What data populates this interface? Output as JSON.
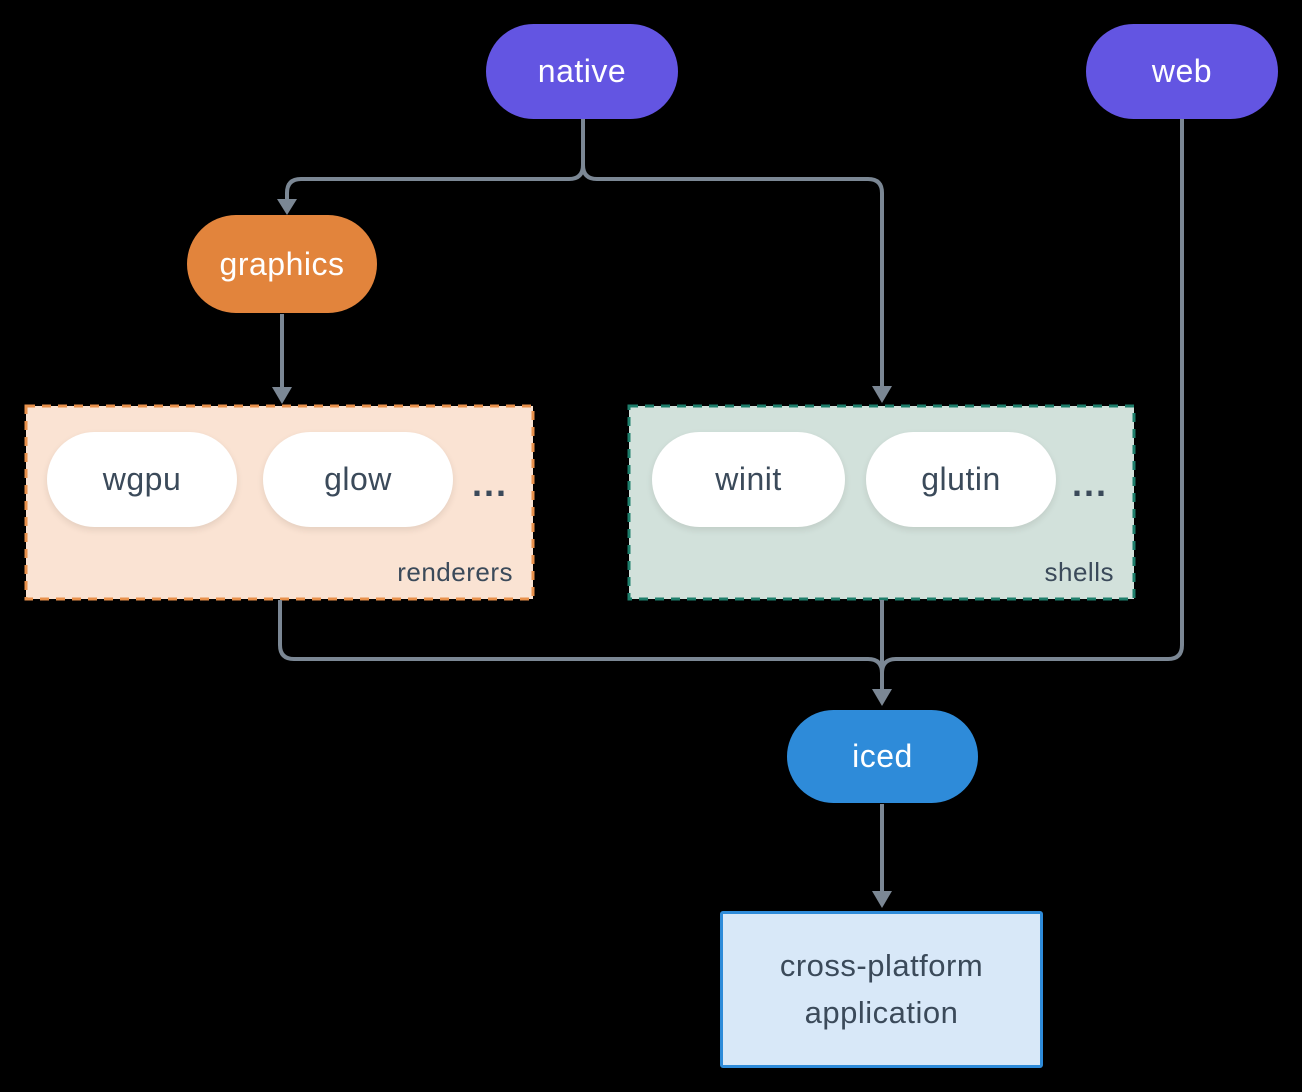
{
  "colors": {
    "background": "#000000",
    "node_purple": "#6355e2",
    "node_orange": "#e2843c",
    "node_blue": "#2e8bd9",
    "pill_white": "#ffffff",
    "text_light": "#ffffff",
    "text_dark": "#3b4a5a",
    "connector": "#7b8794",
    "renderers_bg": "#fae3d3",
    "renderers_border": "#e8914c",
    "shells_bg": "#d2e1db",
    "shells_border": "#1e7e6b",
    "app_bg": "#d8e8f8",
    "app_border": "#2e8bd9"
  },
  "nodes": {
    "native": {
      "label": "native"
    },
    "web": {
      "label": "web"
    },
    "graphics": {
      "label": "graphics"
    },
    "iced": {
      "label": "iced"
    },
    "wgpu": {
      "label": "wgpu"
    },
    "glow": {
      "label": "glow"
    },
    "winit": {
      "label": "winit"
    },
    "glutin": {
      "label": "glutin"
    },
    "app": {
      "line1": "cross-platform",
      "line2": "application"
    }
  },
  "groups": {
    "renderers": {
      "label": "renderers",
      "ellipsis": "..."
    },
    "shells": {
      "label": "shells",
      "ellipsis": "..."
    }
  }
}
